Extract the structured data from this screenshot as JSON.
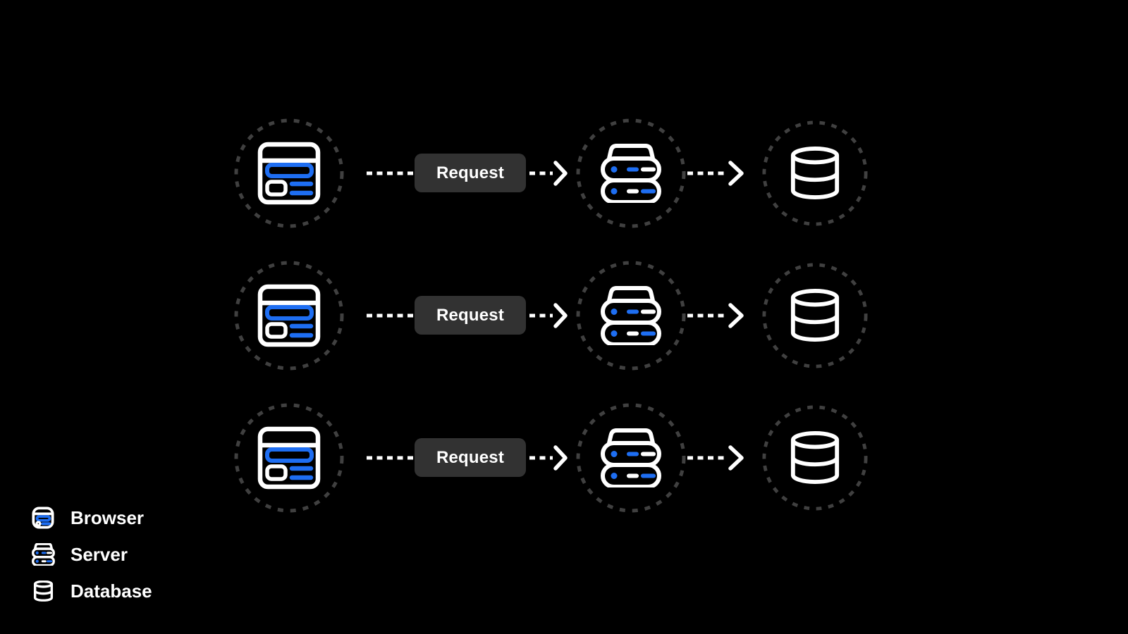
{
  "colors": {
    "background": "#000000",
    "accent_blue": "#1e6ef2",
    "icon_stroke": "#ffffff",
    "node_ring": "#404040",
    "connector": "#ffffff",
    "request_button_bg": "#323232",
    "request_button_text": "#ffffff",
    "legend_text": "#ffffff"
  },
  "rows": [
    {
      "request_label": "Request",
      "nodes": [
        "browser-icon",
        "server-icon",
        "database-icon"
      ]
    },
    {
      "request_label": "Request",
      "nodes": [
        "browser-icon",
        "server-icon",
        "database-icon"
      ]
    },
    {
      "request_label": "Request",
      "nodes": [
        "browser-icon",
        "server-icon",
        "database-icon"
      ]
    }
  ],
  "legend": {
    "items": [
      {
        "icon": "browser-icon",
        "label": "Browser"
      },
      {
        "icon": "server-icon",
        "label": "Server"
      },
      {
        "icon": "database-icon",
        "label": "Database"
      }
    ]
  }
}
